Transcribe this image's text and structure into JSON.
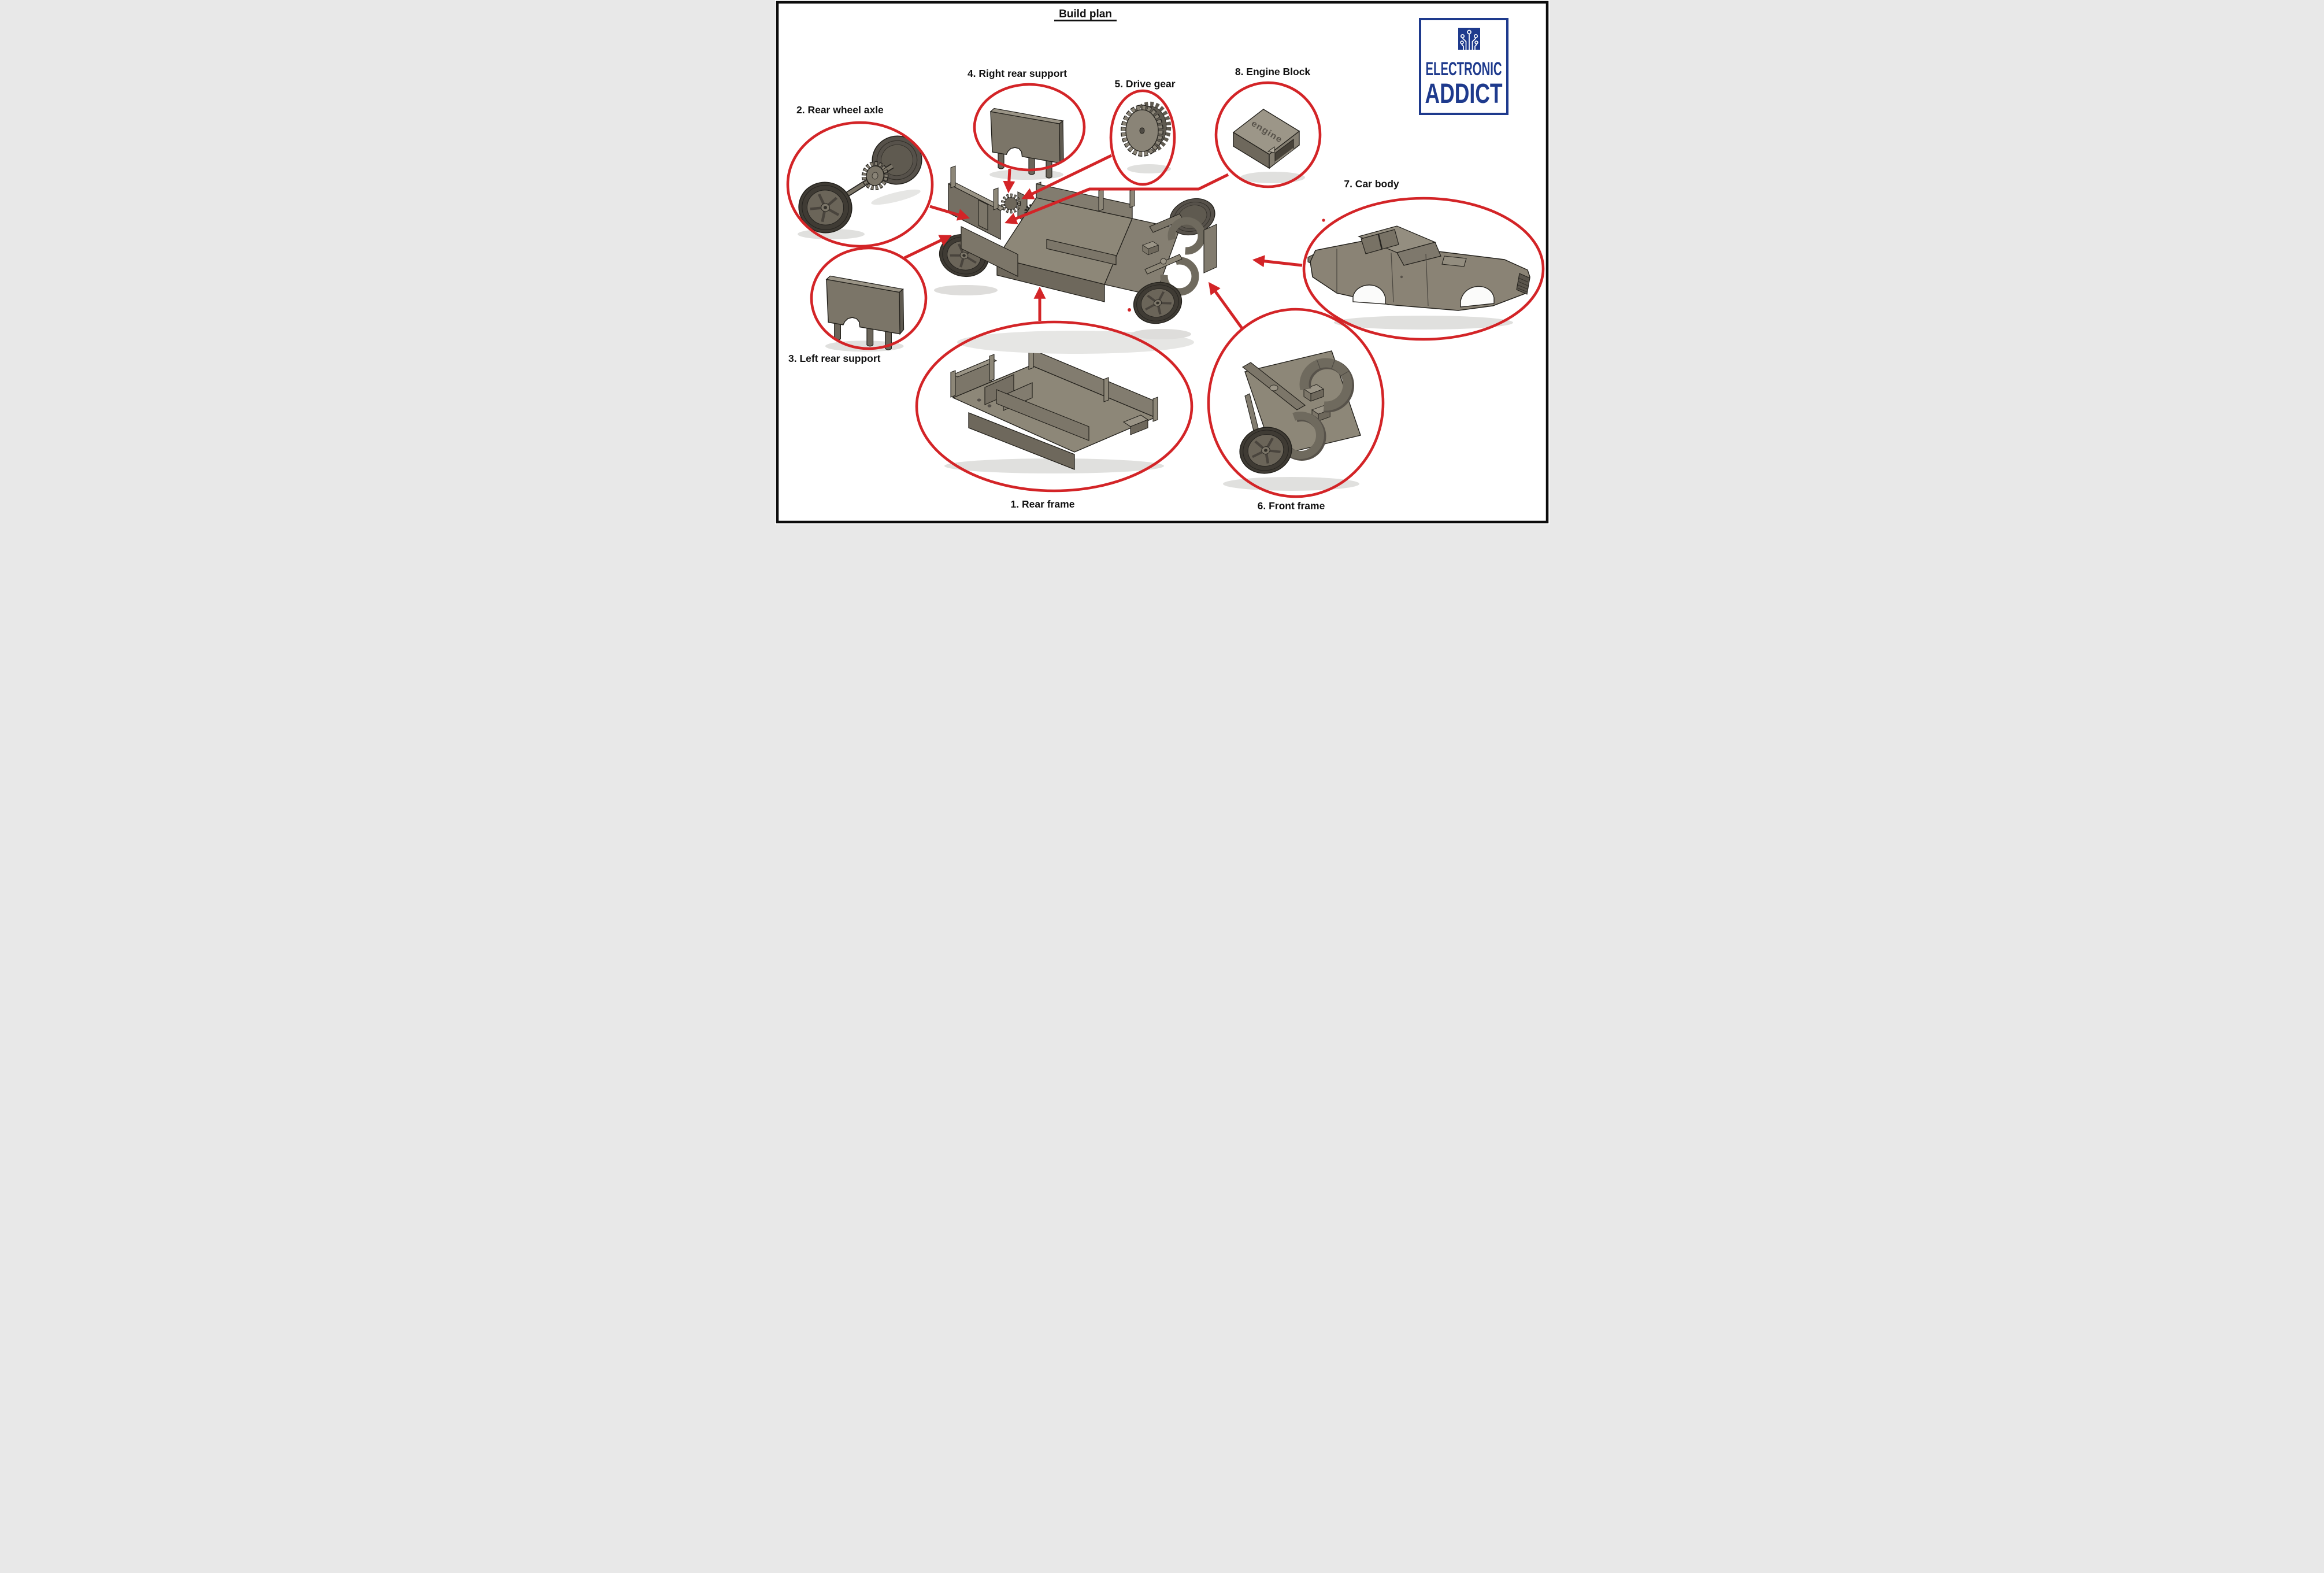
{
  "title": "Build plan",
  "logo": {
    "line1": "ELECTRONIC",
    "line2": "ADDICT"
  },
  "parts": [
    {
      "id": "rear-frame",
      "label": "1. Rear frame"
    },
    {
      "id": "rear-wheel-axle",
      "label": "2. Rear wheel axle"
    },
    {
      "id": "left-rear-support",
      "label": "3. Left rear support"
    },
    {
      "id": "right-rear-support",
      "label": "4. Right rear support"
    },
    {
      "id": "drive-gear",
      "label": "5. Drive gear"
    },
    {
      "id": "front-frame",
      "label": "6. Front frame"
    },
    {
      "id": "car-body",
      "label": "7. Car body"
    },
    {
      "id": "engine-block",
      "label": "8. Engine Block"
    }
  ],
  "engine_engraving": "engine",
  "colors": {
    "annotation_red": "#d32427",
    "logo_navy": "#1e3a8d",
    "part_gray": "#8a8375",
    "part_gray_light": "#9a9486",
    "part_gray_dark": "#6e685c",
    "outline": "#23211c"
  }
}
